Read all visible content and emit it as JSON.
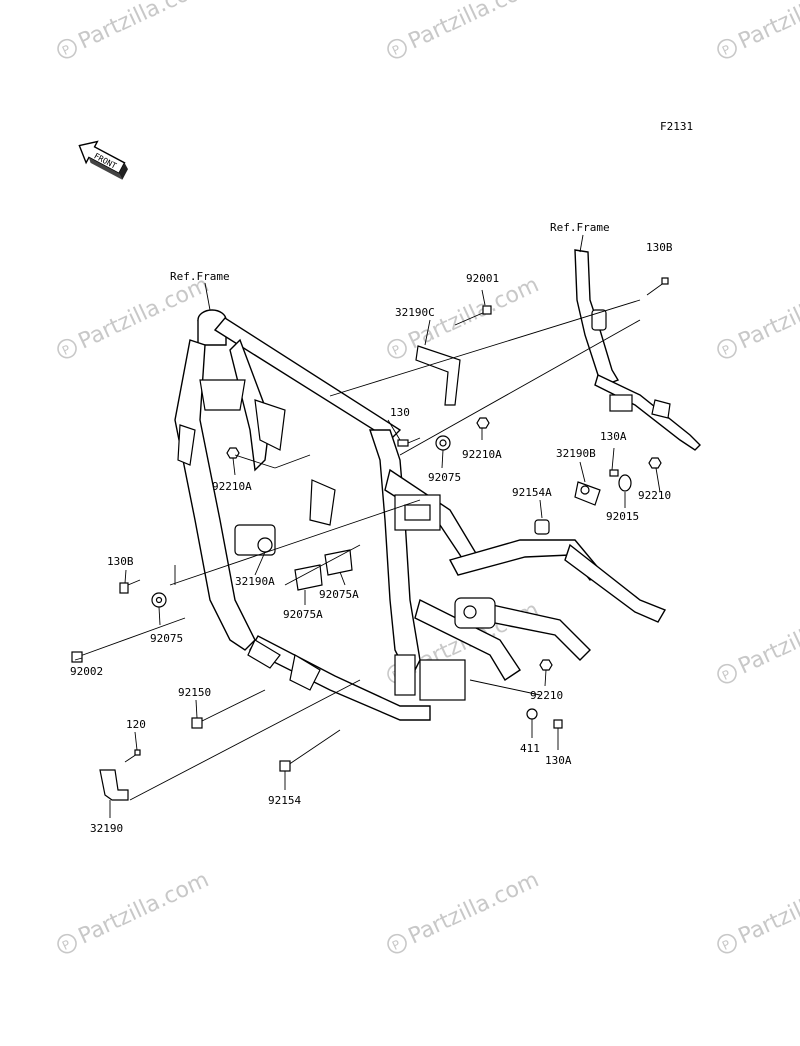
{
  "page": {
    "code": "F2131",
    "front_label": "FRONT"
  },
  "watermark": {
    "text": "Partzilla.com",
    "symbol": "©"
  },
  "ref_labels": [
    "Ref.Frame",
    "Ref.Frame"
  ],
  "part_labels": [
    "130B",
    "92001",
    "32190C",
    "130",
    "92210A",
    "92075",
    "130A",
    "32190B",
    "92154A",
    "92210",
    "92015",
    "92210A",
    "32190A",
    "92075A",
    "92075A",
    "130B",
    "92075",
    "92002",
    "92150",
    "92210",
    "411",
    "130A",
    "120",
    "92154",
    "32190"
  ]
}
